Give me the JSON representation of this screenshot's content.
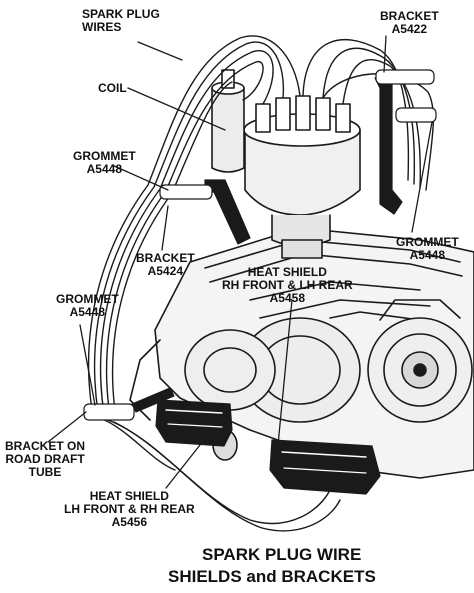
{
  "labels": {
    "spark_plug_wires": "SPARK PLUG\nWIRES",
    "coil": "COIL",
    "grommet_left_upper": "GROMMET\nA5448",
    "bracket_a5424": "BRACKET\nA5424",
    "grommet_left_lower": "GROMMET\nA5448",
    "bracket_road_draft": "BRACKET ON\nROAD DRAFT\nTUBE",
    "heat_shield_a5456": "HEAT SHIELD\nLH FRONT & RH REAR\nA5456",
    "bracket_a5422": "BRACKET\nA5422",
    "grommet_right": "GROMMET\nA5448",
    "heat_shield_a5458": "HEAT SHIELD\nRH FRONT & LH REAR\nA5458"
  },
  "caption": {
    "line1": "SPARK PLUG WIRE",
    "line2": "SHIELDS and BRACKETS"
  }
}
